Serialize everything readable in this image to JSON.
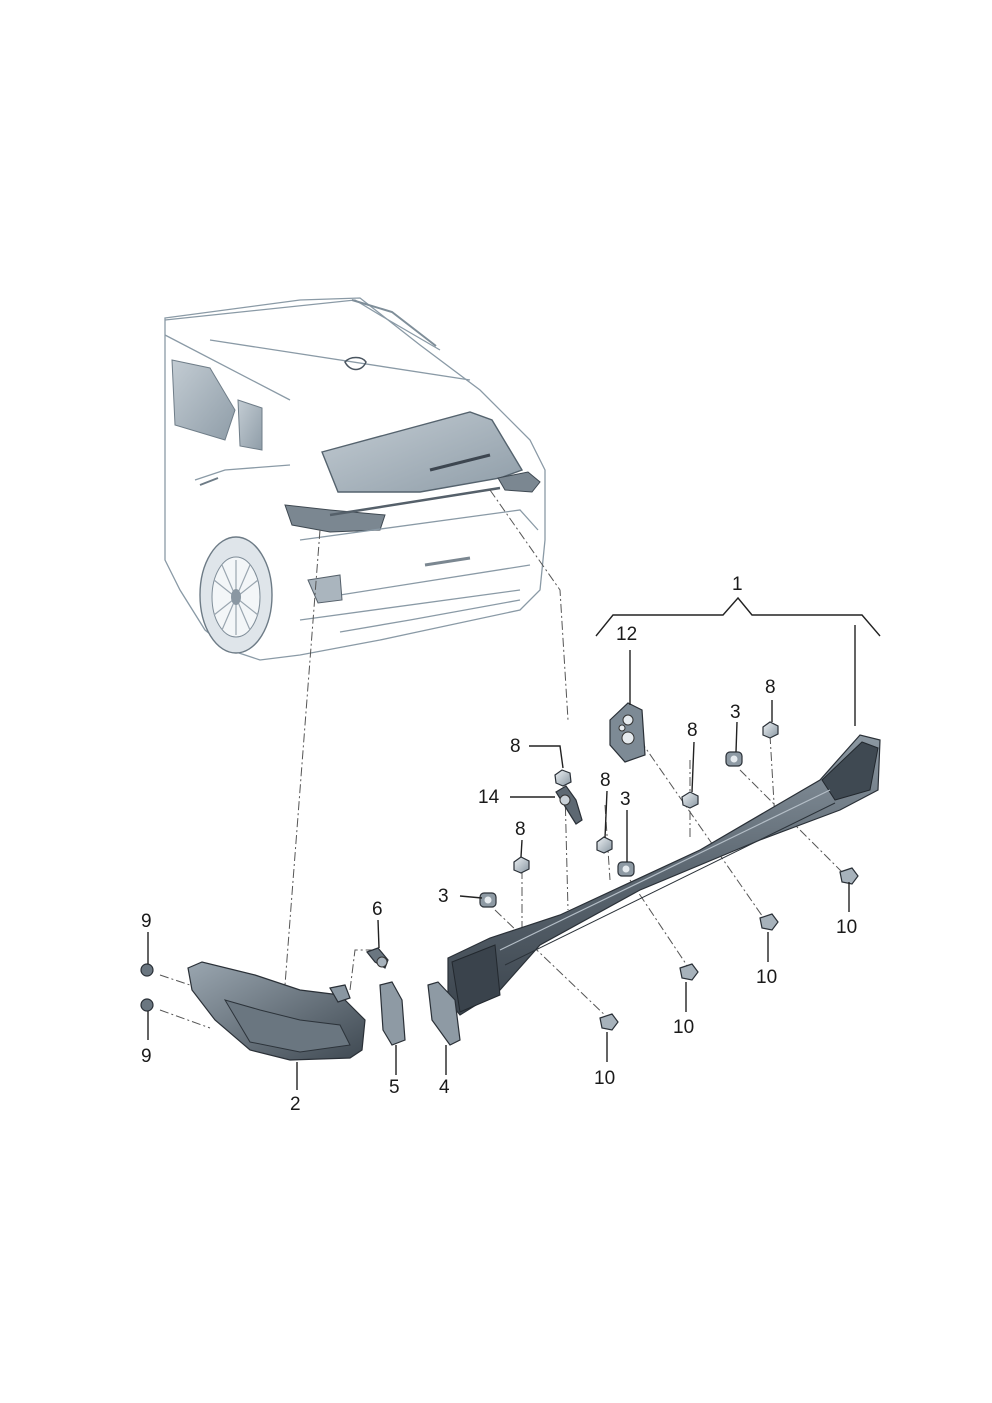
{
  "diagram": {
    "callouts": {
      "c1": "1",
      "c12": "12",
      "c8a": "8",
      "c8b": "8",
      "c8c": "8",
      "c8d": "8",
      "c8e": "8",
      "c3a": "3",
      "c3b": "3",
      "c3c": "3",
      "c14": "14",
      "c6": "6",
      "c9a": "9",
      "c9b": "9",
      "c2": "2",
      "c5": "5",
      "c4": "4",
      "c10a": "10",
      "c10b": "10",
      "c10c": "10",
      "c10d": "10"
    },
    "colors": {
      "part_dark": "#4a5560",
      "part_mid": "#7d8a95",
      "part_light": "#c5ced6",
      "car_body": "#e8edf1",
      "glass": "#a9b6c0",
      "nut": "#c9d1d8"
    }
  }
}
